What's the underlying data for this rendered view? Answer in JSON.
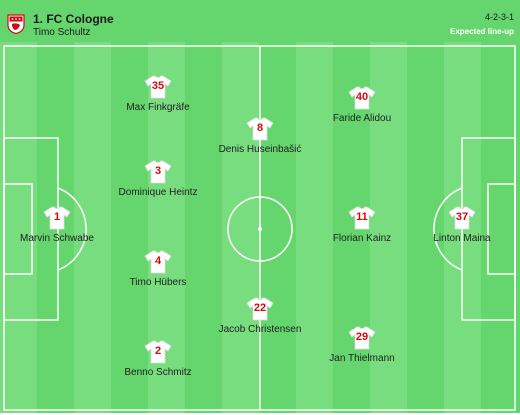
{
  "header": {
    "team_name": "1. FC Cologne",
    "coach": "Timo Schultz",
    "formation": "4-2-3-1",
    "status": "Expected line-up",
    "crest_icon": "fc-cologne-crest-icon"
  },
  "colors": {
    "pitch": "#65d66d",
    "pitch_stripe": "#78dd7f",
    "lines": "#ffffff",
    "shirt": "#ffffff",
    "shirt_number": "#d20a11"
  },
  "players": [
    {
      "number": "1",
      "name": "Marvin Schwabe"
    },
    {
      "number": "35",
      "name": "Max Finkgräfe"
    },
    {
      "number": "3",
      "name": "Dominique Heintz"
    },
    {
      "number": "4",
      "name": "Timo Hübers"
    },
    {
      "number": "2",
      "name": "Benno Schmitz"
    },
    {
      "number": "8",
      "name": "Denis Huseinbašić"
    },
    {
      "number": "22",
      "name": "Jacob Christensen"
    },
    {
      "number": "40",
      "name": "Faride Alidou"
    },
    {
      "number": "11",
      "name": "Florian Kainz"
    },
    {
      "number": "29",
      "name": "Jan Thielmann"
    },
    {
      "number": "37",
      "name": "Linton Maina"
    }
  ]
}
